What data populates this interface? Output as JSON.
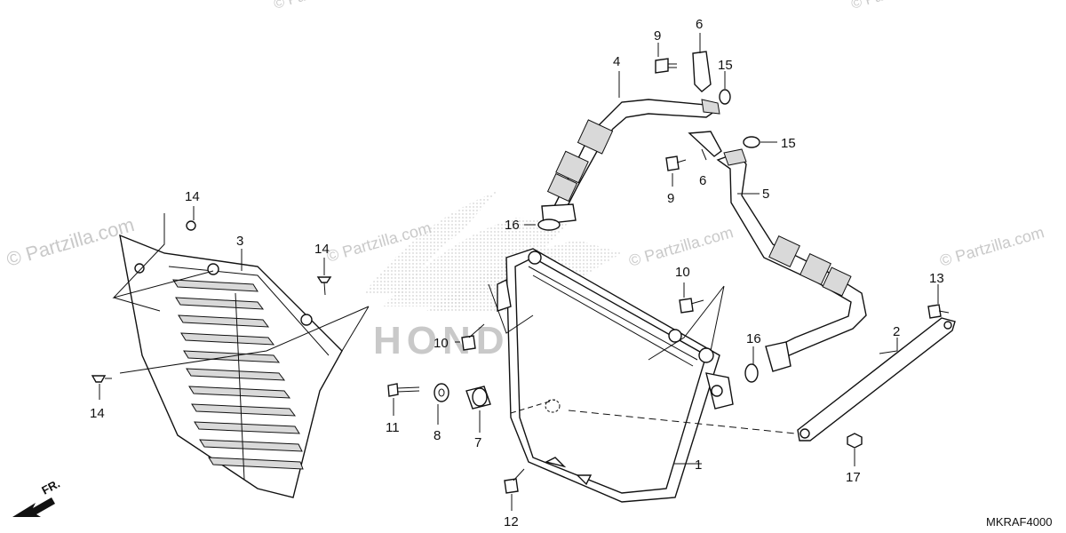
{
  "diagram": {
    "watermarks": [
      "© Partzilla.com",
      "© Partzilla.com",
      "© Partzilla.com",
      "© Partzilla.com",
      "© Partzilla.com",
      "© Partzilla.com"
    ],
    "brand_watermark": "HONDA",
    "diagram_code": "MKRAF4000",
    "front_arrow_label": "FR.",
    "callouts": {
      "c1": "1",
      "c2": "2",
      "c3": "3",
      "c4": "4",
      "c5": "5",
      "c6a": "6",
      "c6b": "6",
      "c7": "7",
      "c8": "8",
      "c9a": "9",
      "c9b": "9",
      "c10a": "10",
      "c10b": "10",
      "c11": "11",
      "c12": "12",
      "c13": "13",
      "c14a": "14",
      "c14b": "14",
      "c14c": "14",
      "c15a": "15",
      "c15b": "15",
      "c16a": "16",
      "c16b": "16",
      "c17": "17"
    }
  }
}
